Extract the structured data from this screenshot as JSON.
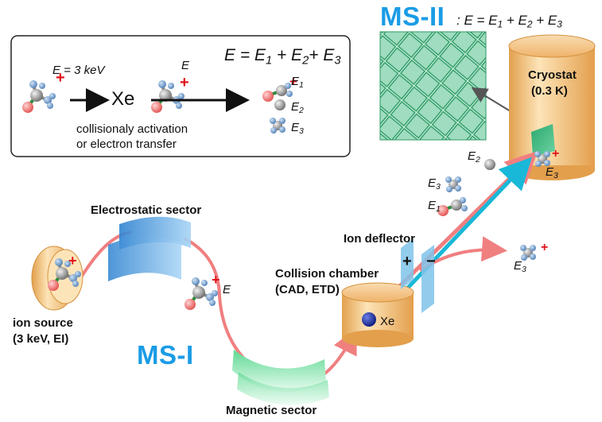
{
  "inset": {
    "energy_label": "E = 3 keV",
    "xe_label": "Xe",
    "energy_after": "E",
    "equation": "E = E1 + E2+ E3",
    "fragments": [
      "E1",
      "E2",
      "E3"
    ],
    "process_line1": "collisionaly activation",
    "process_line2": "or electron transfer"
  },
  "ms2": {
    "title": "MS-II",
    "equation": ": E = E1 + E2 + E3"
  },
  "cryostat": {
    "name": "Cryostat",
    "temperature": "(0.3 K)"
  },
  "ion_source": {
    "name": "ion source",
    "detail": "(3 keV, EI)"
  },
  "ms1_title": "MS-I",
  "electrostatic_sector": "Electrostatic sector",
  "magnetic_sector": "Magnetic sector",
  "ion_deflector": "Ion deflector",
  "deflector_signs": [
    "+",
    "−"
  ],
  "collision_chamber": {
    "name": "Collision chamber",
    "detail": "(CAD, ETD)",
    "gas": "Xe"
  },
  "beam_energy_label": "E",
  "neutral_fragment_labels": [
    "E2",
    "E3",
    "E1"
  ],
  "detected_fragment_label": "E3",
  "deflected_fragment_label": "E3",
  "colors": {
    "ion_beam": "#f07f80",
    "neutral_beam": "#19b8d8",
    "ms_title": "#1a9ce6",
    "charge": "#e0131b",
    "cryostat": "#f3c27a",
    "detector_pad": "#17b07a",
    "electrostatic_plate": "#4fa0e0",
    "magnetic_plate": "#7ee3a4",
    "deflector_plate": "#7fc3ea"
  }
}
